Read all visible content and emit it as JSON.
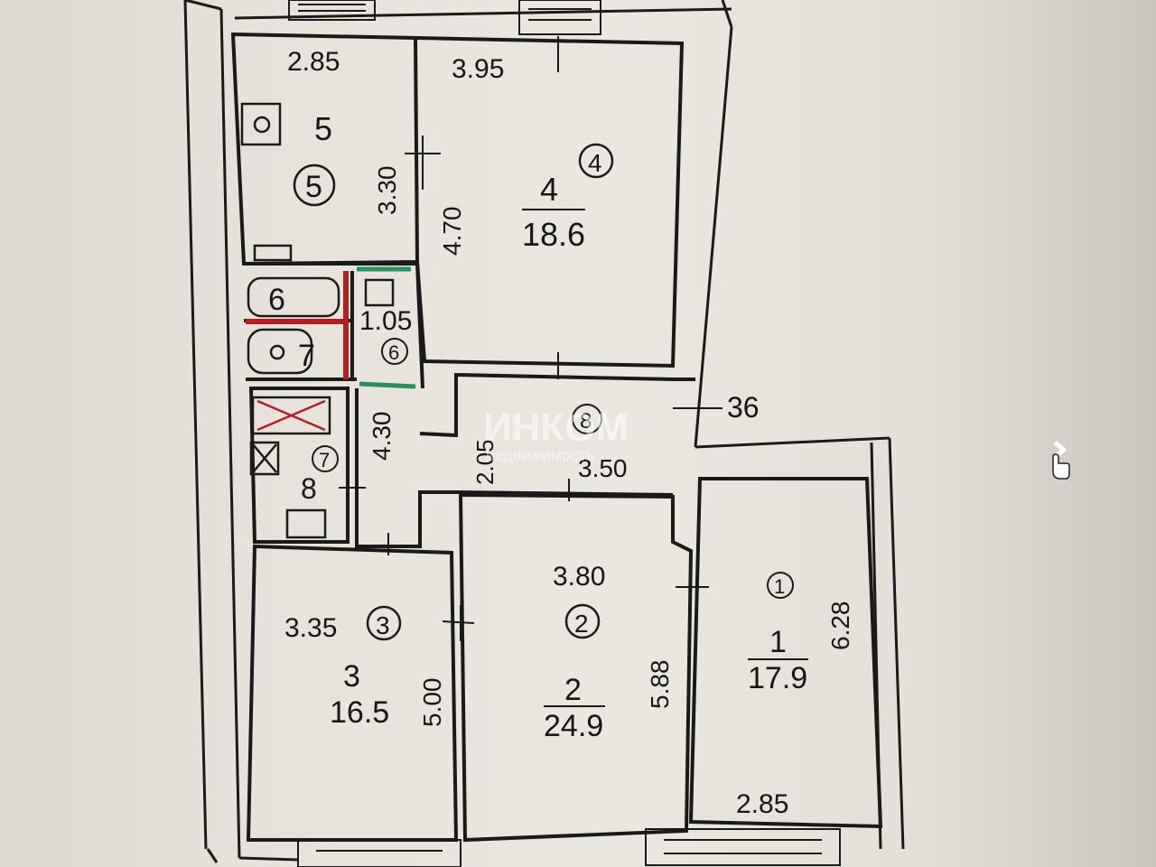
{
  "plan": {
    "dimensions": {
      "d_285_top": "2.85",
      "d_395": "3.95",
      "d_330": "3.30",
      "d_470": "4.70",
      "d_105": "1.05",
      "d_430": "4.30",
      "d_205": "2.05",
      "d_350": "3.50",
      "d_36": "36",
      "d_380": "3.80",
      "d_335": "3.35",
      "d_500": "5.00",
      "d_588": "5.88",
      "d_628": "6.28",
      "d_285_bottom": "2.85"
    },
    "rooms": [
      {
        "number": "1",
        "circle": "1",
        "area": "17.9"
      },
      {
        "number": "2",
        "circle": "2",
        "area": "24.9"
      },
      {
        "number": "3",
        "circle": "3",
        "area": "16.5"
      },
      {
        "number": "4",
        "circle": "4",
        "area": "18.6"
      },
      {
        "number": "5",
        "circle": "5"
      },
      {
        "number": "6",
        "circle": "6"
      },
      {
        "number": "7",
        "circle": "7"
      },
      {
        "number": "8",
        "circle": "8"
      }
    ],
    "watermark": {
      "brand": "ИНКОМ",
      "tagline": "недвижимость"
    }
  },
  "colors": {
    "line": "#1a1a1a",
    "accent_red": "#b02020",
    "accent_green": "#2a8f5a",
    "watermark": "#ffffff"
  },
  "icons": {
    "next": "chevron-right-icon",
    "cursor": "hand-pointer-icon"
  }
}
